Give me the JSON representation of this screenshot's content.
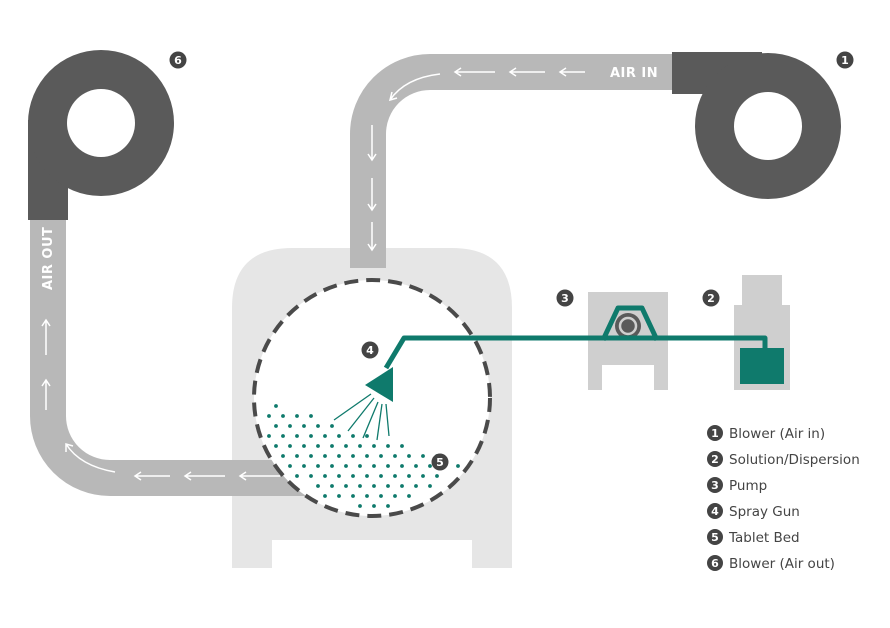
{
  "colors": {
    "duct": "#b8b8b8",
    "blower": "#5a5a5a",
    "housing": "#e6e6e6",
    "pump_box": "#cfcfcf",
    "teal": "#0f7a6c",
    "dashed": "#4a4a4a",
    "marker": "#444444"
  },
  "duct_labels": {
    "air_in": "AIR IN",
    "air_out": "AIR OUT"
  },
  "markers": {
    "blower_in": "1",
    "solution": "2",
    "pump": "3",
    "spray_gun": "4",
    "tablet_bed": "5",
    "blower_out": "6"
  },
  "legend": [
    {
      "num": "1",
      "label": "Blower (Air in)"
    },
    {
      "num": "2",
      "label": "Solution/Dispersion"
    },
    {
      "num": "3",
      "label": "Pump"
    },
    {
      "num": "4",
      "label": "Spray Gun"
    },
    {
      "num": "5",
      "label": "Tablet Bed"
    },
    {
      "num": "6",
      "label": "Blower (Air out)"
    }
  ]
}
